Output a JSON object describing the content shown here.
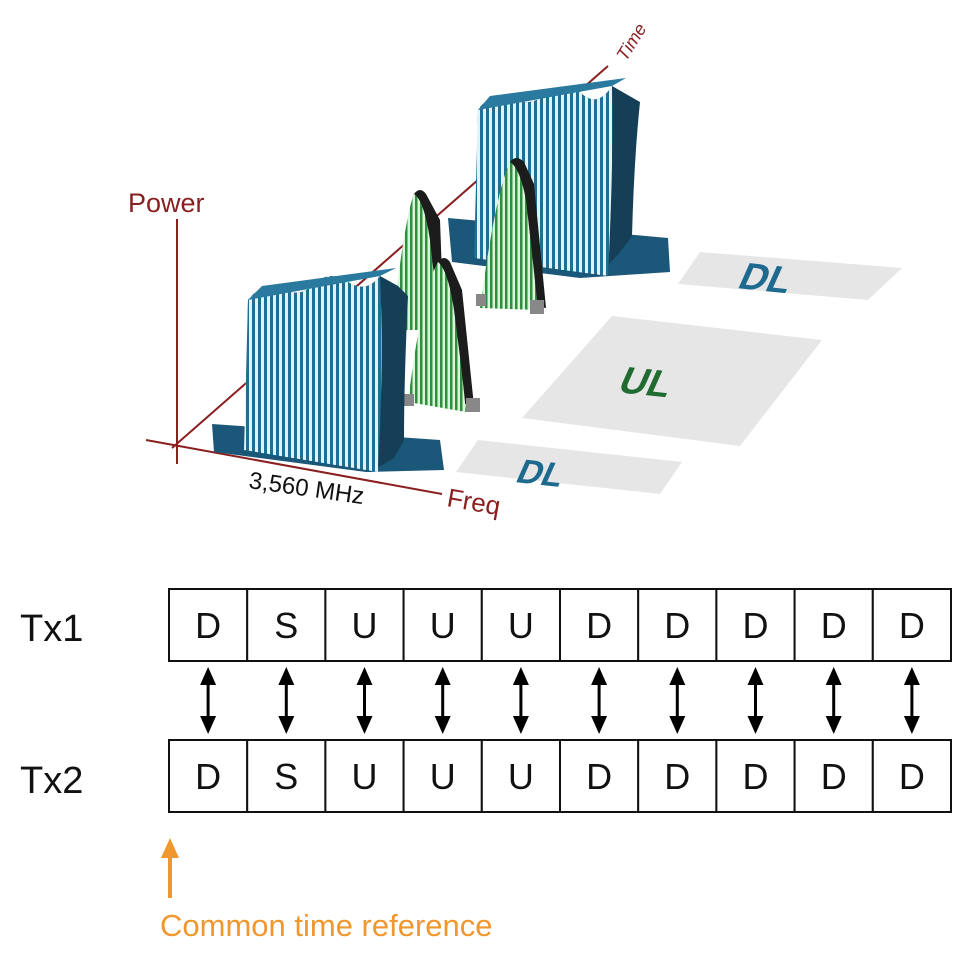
{
  "spectrum": {
    "axis_power": "Power",
    "axis_time": "Time",
    "axis_freq": "Freq",
    "center_freq": "3,560 MHz",
    "blocks": [
      "DL",
      "UL",
      "DL"
    ],
    "colors": {
      "axis": "#8a1f1f",
      "dl_carrier": "#1d6a8e",
      "ul_carrier": "#2e8a3c",
      "dl_text": "#1d6a8e",
      "ul_text": "#1f6b30",
      "plate": "#e6e6e6"
    }
  },
  "frames": {
    "rows": [
      {
        "label": "Tx1",
        "slots": [
          "D",
          "S",
          "U",
          "U",
          "U",
          "D",
          "D",
          "D",
          "D",
          "D"
        ]
      },
      {
        "label": "Tx2",
        "slots": [
          "D",
          "S",
          "U",
          "U",
          "U",
          "D",
          "D",
          "D",
          "D",
          "D"
        ]
      }
    ],
    "reference_label": "Common time reference",
    "colors": {
      "reference": "#f0972f",
      "arrow": "#000000"
    }
  }
}
